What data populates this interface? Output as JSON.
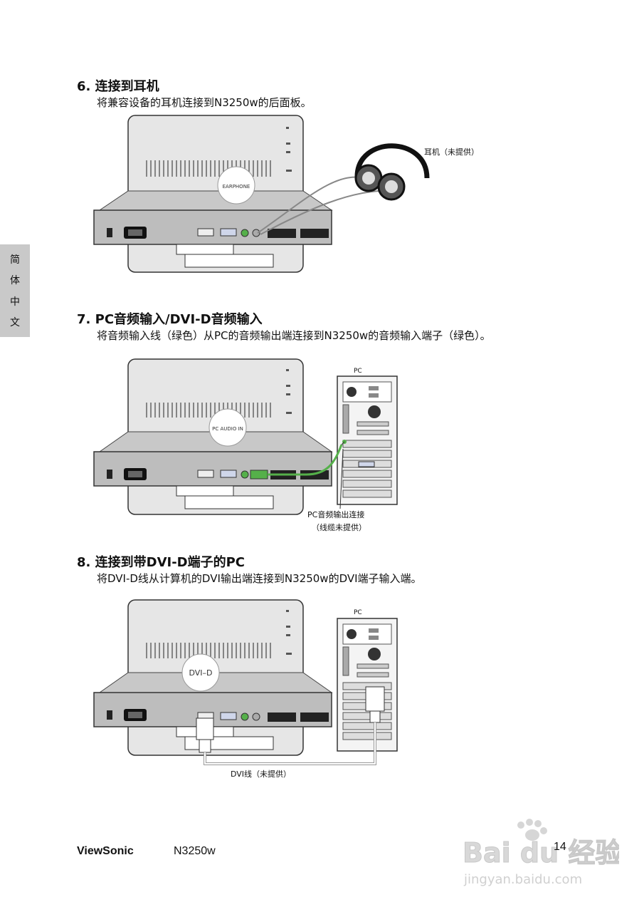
{
  "side_tab": [
    "简",
    "体",
    "中",
    "文"
  ],
  "sections": [
    {
      "title": "6.  连接到耳机",
      "desc": "将兼容设备的耳机连接到N3250w的后面板。",
      "circle_label": "EARPHONE",
      "callout": "耳机（未提供）"
    },
    {
      "title": "7.  PC音频输入/DVI-D音频输入",
      "desc": "将音频输入线（绿色）从PC的音频输出端连接到N3250w的音频输入端子（绿色）。",
      "circle_label": "PC AUDIO IN",
      "pc_label": "PC",
      "callout_line1": "PC音频输出连接",
      "callout_line2": "（线缆未提供）"
    },
    {
      "title": "8.  连接到带DVI-D端子的PC",
      "desc": "将DVI-D线从计算机的DVI输出端连接到N3250w的DVI端子输入端。",
      "circle_label": "DVI–D",
      "pc_label": "PC",
      "callout": "DVI线（未提供）"
    }
  ],
  "footer": {
    "brand": "ViewSonic",
    "model": "N3250w",
    "page": "14"
  },
  "watermark": {
    "logo": "Bai du 经验",
    "url": "jingyan.baidu.com"
  },
  "colors": {
    "audio_green": "#55b04a",
    "tab_gray": "#c9c9c9"
  }
}
